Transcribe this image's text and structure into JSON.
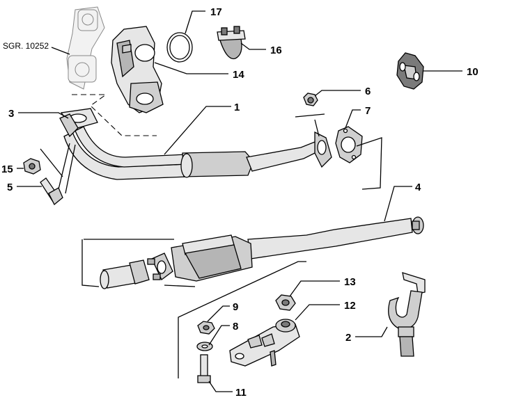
{
  "reference": "SGR. 10252",
  "callouts": {
    "p1": "1",
    "p2": "2",
    "p3": "3",
    "p4": "4",
    "p5": "5",
    "p6": "6",
    "p7": "7",
    "p8": "8",
    "p9": "9",
    "p10": "10",
    "p11": "11",
    "p12": "12",
    "p13": "13",
    "p14": "14",
    "p15": "15",
    "p16": "16",
    "p17": "17"
  }
}
